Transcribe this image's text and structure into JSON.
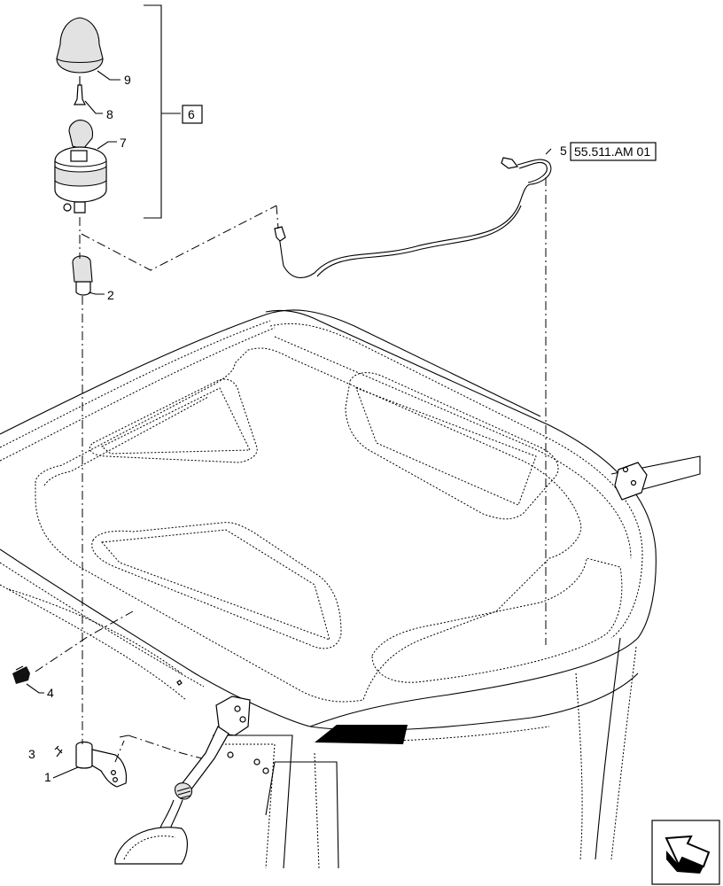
{
  "callouts": {
    "c1": "1",
    "c2": "2",
    "c3": "3",
    "c4": "4",
    "c5": "5",
    "c6": "6",
    "c7": "7",
    "c8": "8",
    "c9": "9"
  },
  "reference_box": "55.511.AM 01",
  "nav_icon": "arrow-navigation-icon"
}
